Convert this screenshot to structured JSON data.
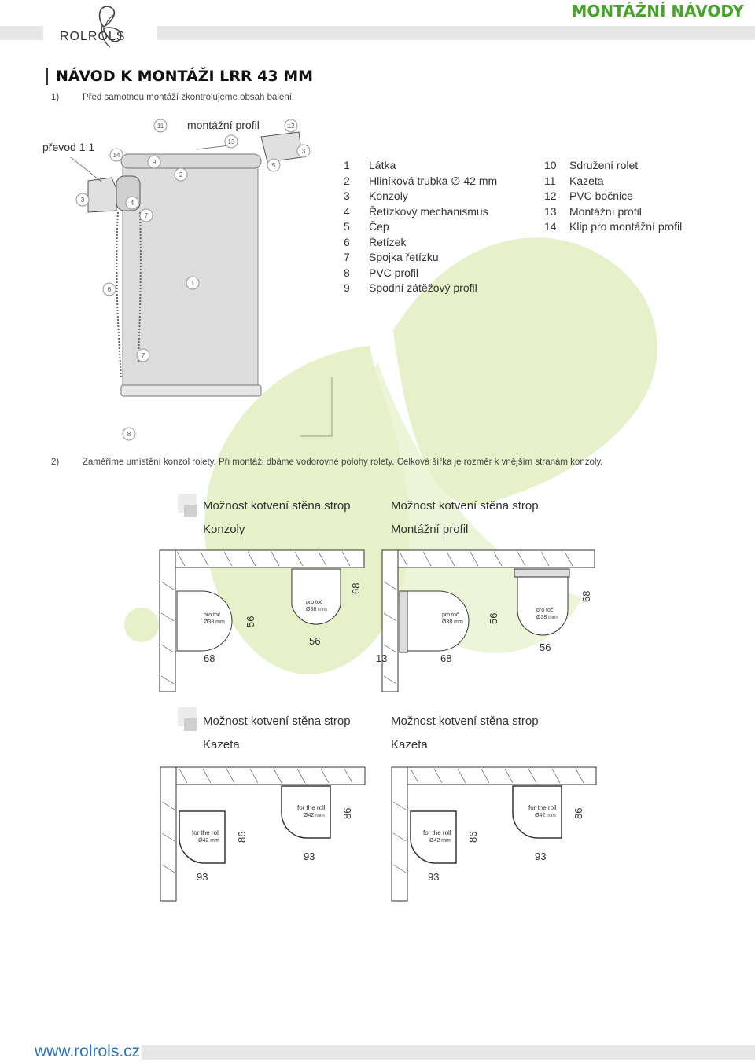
{
  "header": {
    "brand": "ROLROLS",
    "title": "MONTÁŽNÍ NÁVODY"
  },
  "section_title": "NÁVOD K MONTÁŽI LRR 43 MM",
  "step1": {
    "num": "1)",
    "text": "Před samotnou montáží zkontrolujeme obsah balení."
  },
  "step2": {
    "num": "2)",
    "text": "Zaměříme umístění  konzol rolety. Při montáži dbáme vodorovné polohy rolety. Celková šířka je rozměr k vnějším stranám konzoly."
  },
  "figure": {
    "prevod": "převod 1:1",
    "montazni_profil": "montážní profil",
    "callouts": [
      "11",
      "12",
      "13",
      "14",
      "9",
      "2",
      "5",
      "3",
      "3",
      "4",
      "7",
      "6",
      "1",
      "7",
      "8"
    ]
  },
  "legend_left": [
    {
      "n": "1",
      "t": "Látka"
    },
    {
      "n": "2",
      "t": "Hliníková trubka ∅ 42 mm"
    },
    {
      "n": "3",
      "t": "Konzoly"
    },
    {
      "n": "4",
      "t": "Řetízkový mechanismus"
    },
    {
      "n": "5",
      "t": "Čep"
    },
    {
      "n": "6",
      "t": "Řetízek"
    },
    {
      "n": "7",
      "t": "Spojka řetízku"
    },
    {
      "n": "8",
      "t": "PVC profil"
    },
    {
      "n": "9",
      "t": "Spodní zátěžový profil"
    }
  ],
  "legend_right": [
    {
      "n": "10",
      "t": "Sdružení rolet"
    },
    {
      "n": "11",
      "t": "Kazeta"
    },
    {
      "n": "12",
      "t": "PVC bočnice"
    },
    {
      "n": "13",
      "t": "Montážní profil"
    },
    {
      "n": "14",
      "t": "Klip pro montážní profil"
    }
  ],
  "mounting": {
    "row1": {
      "left_title": "Možnost kotvení stěna strop",
      "left_sub": "Konzoly",
      "right_title": "Možnost kotvení stěna strop",
      "right_sub": "Montážní profil"
    },
    "row2": {
      "left_title": "Možnost kotvení stěna strop",
      "left_sub": "Kazeta",
      "right_title": "Možnost kotvení stěna strop",
      "right_sub": "Kazeta"
    },
    "pro_toc": "pro toč",
    "d38": "Ø38 mm",
    "for_roll": "for the roll",
    "d42": "Ø42 mm",
    "dims": {
      "a": "56",
      "b": "68",
      "c": "13",
      "d": "86",
      "e": "93"
    }
  },
  "footer": {
    "url": "www.rolrols.cz"
  },
  "colors": {
    "green": "#47a329",
    "url_blue": "#2b73b8",
    "watermark": "#e6f1c9"
  }
}
